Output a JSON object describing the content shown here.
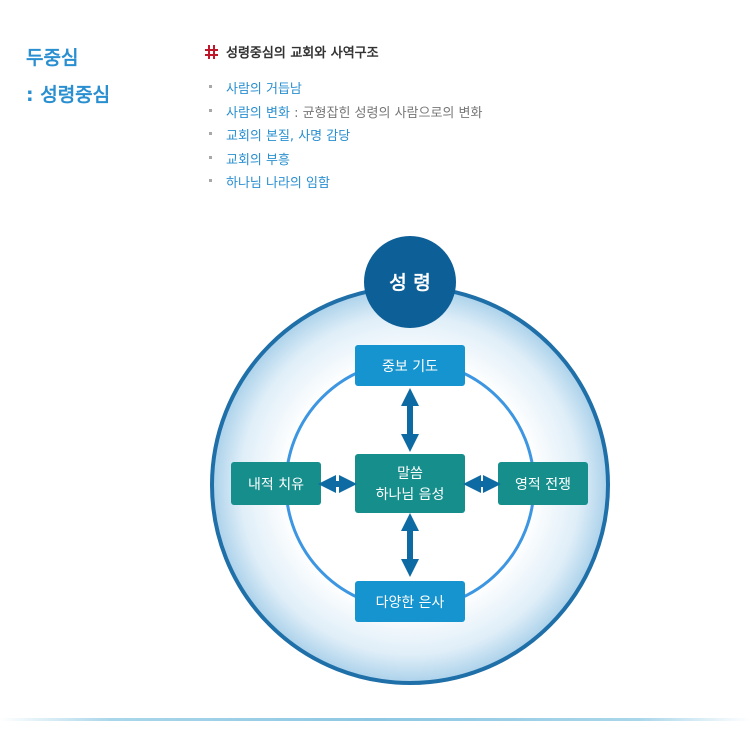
{
  "heading": {
    "line1": "두중심",
    "line2": ": 성령중심"
  },
  "section": {
    "icon": "cross-icon",
    "title": "성령중심의 교회와 사역구조"
  },
  "items": [
    {
      "label": "사람의 거듭남",
      "sub": ""
    },
    {
      "label": "사람의 변화",
      "sub": " : 균형잡힌 성령의 사람으로의 변화"
    },
    {
      "label": "교회의 본질, 사명 감당",
      "sub": ""
    },
    {
      "label": "교회의 부흥",
      "sub": ""
    },
    {
      "label": "하나님 나라의 임함",
      "sub": ""
    }
  ],
  "diagram": {
    "top": "성 령",
    "upper": "중보 기도",
    "left": "내적 치유",
    "right": "영적 전쟁",
    "bottom": "다양한 은사",
    "center_line1": "말씀",
    "center_line2": "하나님 음성"
  },
  "colors": {
    "accent_blue": "#2a8fd0",
    "box_blue": "#1594cf",
    "center_teal": "#168f8c",
    "dark_circle": "#0d5f97",
    "icon_red": "#c0172b"
  }
}
